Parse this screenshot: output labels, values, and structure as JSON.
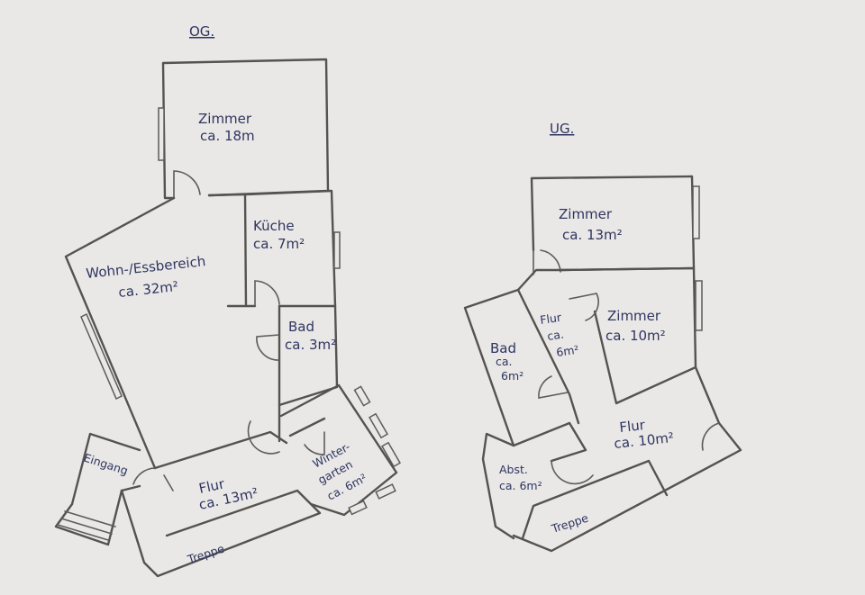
{
  "og": {
    "heading": "OG.",
    "zimmer": {
      "name": "Zimmer",
      "area": "ca. 18m"
    },
    "wohn": {
      "name": "Wohn-/Essbereich",
      "area": "ca. 32m²"
    },
    "kueche": {
      "name": "Küche",
      "area": "ca. 7m²"
    },
    "bad": {
      "name": "Bad",
      "area": "ca. 3m²"
    },
    "wintergarten": {
      "name1": "Winter-",
      "name2": "garten",
      "area": "ca. 6m²"
    },
    "flur": {
      "name": "Flur",
      "area": "ca. 13m²"
    },
    "eingang": "Eingang",
    "treppe": "Treppe"
  },
  "ug": {
    "heading": "UG.",
    "zimmer1": {
      "name": "Zimmer",
      "area": "ca. 13m²"
    },
    "zimmer2": {
      "name": "Zimmer",
      "area": "ca. 10m²"
    },
    "bad": {
      "name": "Bad",
      "area1": "ca.",
      "area2": "6m²"
    },
    "flur_small": {
      "name": "Flur",
      "area1": "ca.",
      "area2": "6m²"
    },
    "flur": {
      "name": "Flur",
      "area": "ca. 10m²"
    },
    "abst": {
      "name": "Abst.",
      "area": "ca. 6m²"
    },
    "treppe": "Treppe"
  }
}
